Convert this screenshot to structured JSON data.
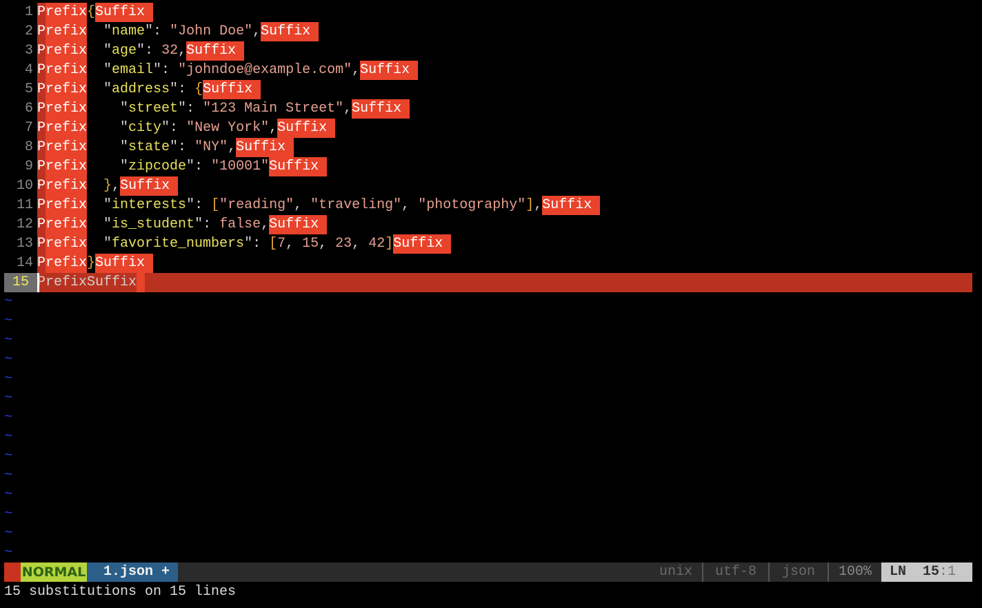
{
  "editor": {
    "lines": [
      {
        "num": "1",
        "tokens": [
          [
            "Prefix",
            "pre"
          ],
          [
            "{",
            "br"
          ],
          [
            "Suffix ",
            "hl"
          ]
        ]
      },
      {
        "num": "2",
        "tokens": [
          [
            "Prefix",
            "pre"
          ],
          [
            "  \"",
            "pun"
          ],
          [
            "name",
            "key"
          ],
          [
            "\": ",
            "pun"
          ],
          [
            "\"John Doe\"",
            "str"
          ],
          [
            ",",
            "pun"
          ],
          [
            "Suffix ",
            "hl"
          ]
        ]
      },
      {
        "num": "3",
        "tokens": [
          [
            "Prefix",
            "pre"
          ],
          [
            "  \"",
            "pun"
          ],
          [
            "age",
            "key"
          ],
          [
            "\": ",
            "pun"
          ],
          [
            "32",
            "num"
          ],
          [
            ",",
            "pun"
          ],
          [
            "Suffix ",
            "hl"
          ]
        ]
      },
      {
        "num": "4",
        "tokens": [
          [
            "Prefix",
            "pre"
          ],
          [
            "  \"",
            "pun"
          ],
          [
            "email",
            "key"
          ],
          [
            "\": ",
            "pun"
          ],
          [
            "\"johndoe@example.com\"",
            "str"
          ],
          [
            ",",
            "pun"
          ],
          [
            "Suffix ",
            "hl"
          ]
        ]
      },
      {
        "num": "5",
        "tokens": [
          [
            "Prefix",
            "pre"
          ],
          [
            "  \"",
            "pun"
          ],
          [
            "address",
            "key"
          ],
          [
            "\": ",
            "pun"
          ],
          [
            "{",
            "br"
          ],
          [
            "Suffix ",
            "hl"
          ]
        ]
      },
      {
        "num": "6",
        "tokens": [
          [
            "Prefix",
            "pre"
          ],
          [
            "    \"",
            "pun"
          ],
          [
            "street",
            "key"
          ],
          [
            "\": ",
            "pun"
          ],
          [
            "\"123 Main Street\"",
            "str"
          ],
          [
            ",",
            "pun"
          ],
          [
            "Suffix ",
            "hl"
          ]
        ]
      },
      {
        "num": "7",
        "tokens": [
          [
            "Prefix",
            "pre"
          ],
          [
            "    \"",
            "pun"
          ],
          [
            "city",
            "key"
          ],
          [
            "\": ",
            "pun"
          ],
          [
            "\"New York\"",
            "str"
          ],
          [
            ",",
            "pun"
          ],
          [
            "Suffix ",
            "hl"
          ]
        ]
      },
      {
        "num": "8",
        "tokens": [
          [
            "Prefix",
            "pre"
          ],
          [
            "    \"",
            "pun"
          ],
          [
            "state",
            "key"
          ],
          [
            "\": ",
            "pun"
          ],
          [
            "\"NY\"",
            "str"
          ],
          [
            ",",
            "pun"
          ],
          [
            "Suffix ",
            "hl"
          ]
        ]
      },
      {
        "num": "9",
        "tokens": [
          [
            "Prefix",
            "pre"
          ],
          [
            "    \"",
            "pun"
          ],
          [
            "zipcode",
            "key"
          ],
          [
            "\": ",
            "pun"
          ],
          [
            "\"10001\"",
            "str"
          ],
          [
            "Suffix ",
            "hl"
          ]
        ]
      },
      {
        "num": "10",
        "tokens": [
          [
            "Prefix",
            "pre"
          ],
          [
            "  ",
            "pun"
          ],
          [
            "}",
            "br"
          ],
          [
            ",",
            "pun"
          ],
          [
            "Suffix ",
            "hl"
          ]
        ]
      },
      {
        "num": "11",
        "tokens": [
          [
            "Prefix",
            "pre"
          ],
          [
            "  \"",
            "pun"
          ],
          [
            "interests",
            "key"
          ],
          [
            "\": ",
            "pun"
          ],
          [
            "[",
            "br"
          ],
          [
            "\"reading\"",
            "str"
          ],
          [
            ", ",
            "pun"
          ],
          [
            "\"traveling\"",
            "str"
          ],
          [
            ", ",
            "pun"
          ],
          [
            "\"photography\"",
            "str"
          ],
          [
            "]",
            "br"
          ],
          [
            ",",
            "pun"
          ],
          [
            "Suffix ",
            "hl"
          ]
        ]
      },
      {
        "num": "12",
        "tokens": [
          [
            "Prefix",
            "pre"
          ],
          [
            "  \"",
            "pun"
          ],
          [
            "is_student",
            "key"
          ],
          [
            "\": ",
            "pun"
          ],
          [
            "false",
            "kw"
          ],
          [
            ",",
            "pun"
          ],
          [
            "Suffix ",
            "hl"
          ]
        ]
      },
      {
        "num": "13",
        "tokens": [
          [
            "Prefix",
            "pre"
          ],
          [
            "  \"",
            "pun"
          ],
          [
            "favorite_numbers",
            "key"
          ],
          [
            "\": ",
            "pun"
          ],
          [
            "[",
            "br"
          ],
          [
            "7",
            "num"
          ],
          [
            ", ",
            "pun"
          ],
          [
            "15",
            "num"
          ],
          [
            ", ",
            "pun"
          ],
          [
            "23",
            "num"
          ],
          [
            ", ",
            "pun"
          ],
          [
            "42",
            "num"
          ],
          [
            "]",
            "br"
          ],
          [
            "Suffix ",
            "hl"
          ]
        ]
      },
      {
        "num": "14",
        "tokens": [
          [
            "Prefix",
            "pre"
          ],
          [
            "}",
            "br"
          ],
          [
            "Suffix ",
            "hl"
          ]
        ]
      },
      {
        "num": "15",
        "tokens": [
          [
            "PrefixSuffix",
            "pun"
          ],
          [
            " ",
            "hl1"
          ]
        ],
        "current": true
      }
    ],
    "tilde_count": 14,
    "tilde": "~"
  },
  "statusline": {
    "mode": "NORMAL",
    "file": "1.json +",
    "fileformat": "unix",
    "encoding": "utf-8",
    "filetype": "json",
    "percent": "100%",
    "ln_label": "LN",
    "line": "15",
    "col": ":1"
  },
  "message": "15 substitutions on 15 lines"
}
